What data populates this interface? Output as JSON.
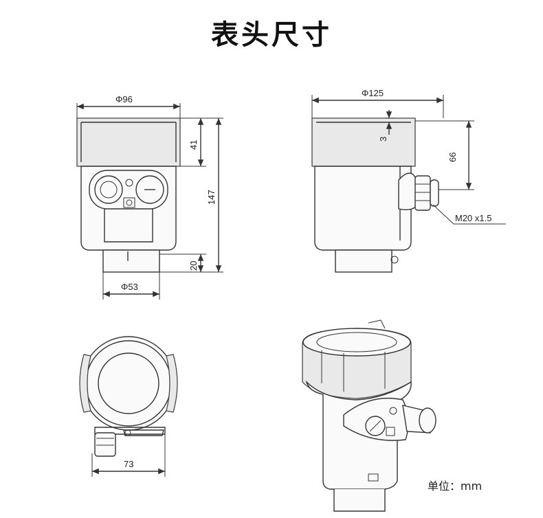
{
  "title": "表头尺寸",
  "unit_label": "单位：mm",
  "dimensions": {
    "front_width": "Φ96",
    "front_top_height": "41",
    "front_total_height": "147",
    "front_bottom_height": "20",
    "front_base_width": "Φ53",
    "side_width": "Φ125",
    "side_gap": "3",
    "side_height": "66",
    "thread": "M20 x1.5",
    "bottom_width": "73"
  }
}
